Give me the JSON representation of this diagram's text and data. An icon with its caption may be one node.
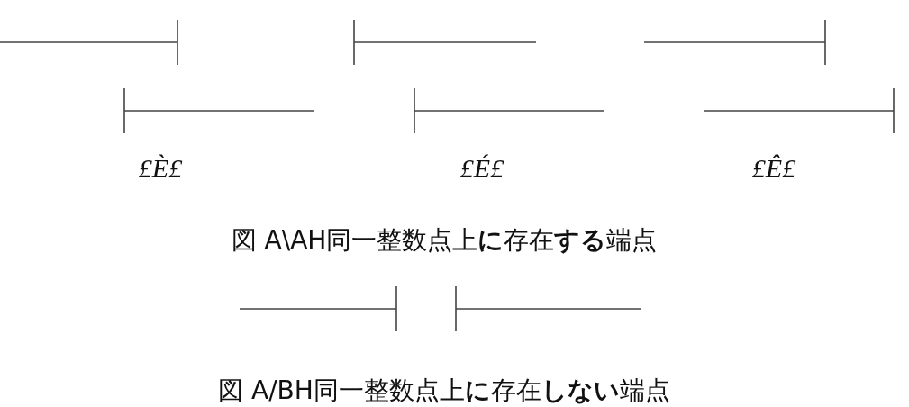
{
  "diagram": {
    "labels": [
      "£È£",
      "£É£",
      "£Ê£",
      "図 A\\AH同一整数点上**に**存在**する**端点",
      "図 A/BH同一整数点上**に**存在**しない**端点"
    ]
  }
}
